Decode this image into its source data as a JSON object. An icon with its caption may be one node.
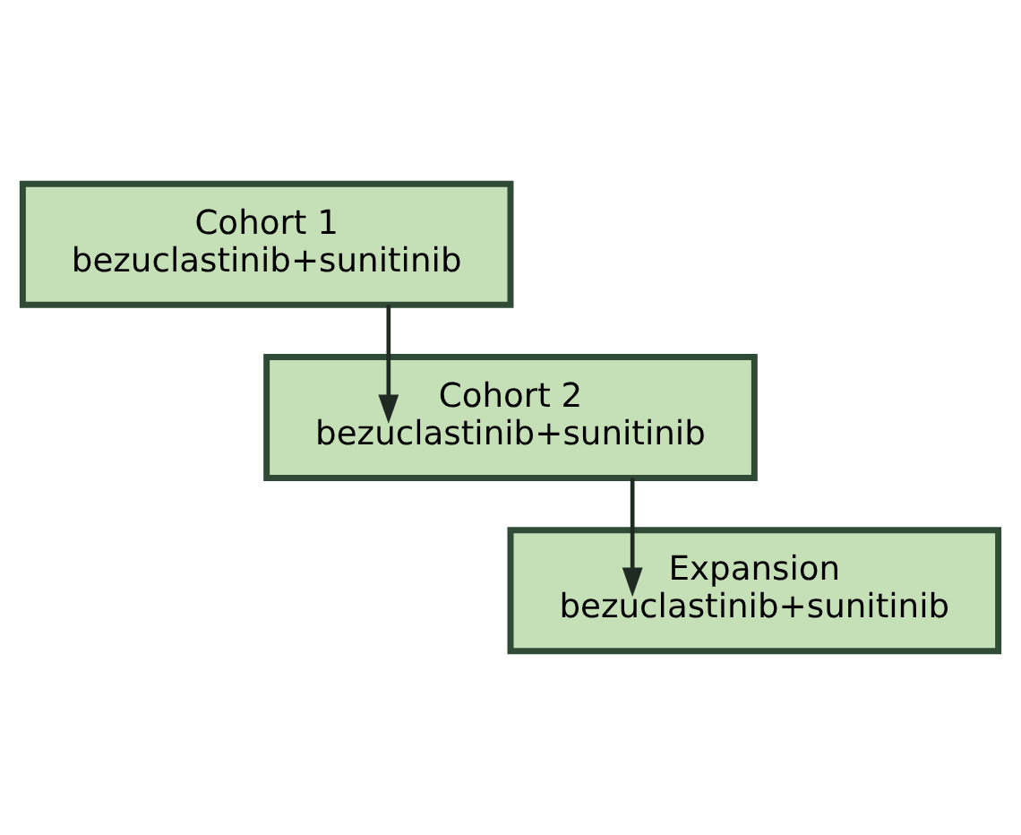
{
  "diagram": {
    "nodes": [
      {
        "text": [
          "Cohort 1",
          "bezuclastinib+sunitinib"
        ]
      },
      {
        "text": [
          "Cohort 2",
          "bezuclastinib+sunitinib"
        ]
      },
      {
        "text": [
          "Expansion",
          "bezuclastinib+sunitinib"
        ]
      }
    ],
    "edges": [
      {
        "from": 0,
        "to": 1,
        "arrow": "to"
      },
      {
        "from": 1,
        "to": 2,
        "arrow": "to"
      }
    ]
  }
}
